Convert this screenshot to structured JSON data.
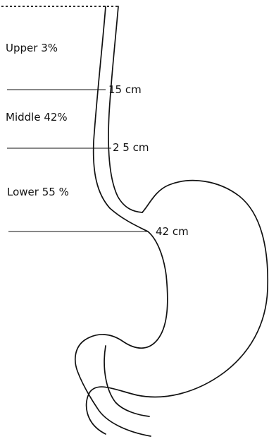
{
  "sections": [
    {
      "name": "Upper",
      "percent": "3%"
    },
    {
      "name": "Middle",
      "percent": "42%"
    },
    {
      "name": "Lower",
      "percent": "55 %"
    }
  ],
  "distances": [
    "15 cm",
    "2 5 cm",
    "42 cm"
  ]
}
